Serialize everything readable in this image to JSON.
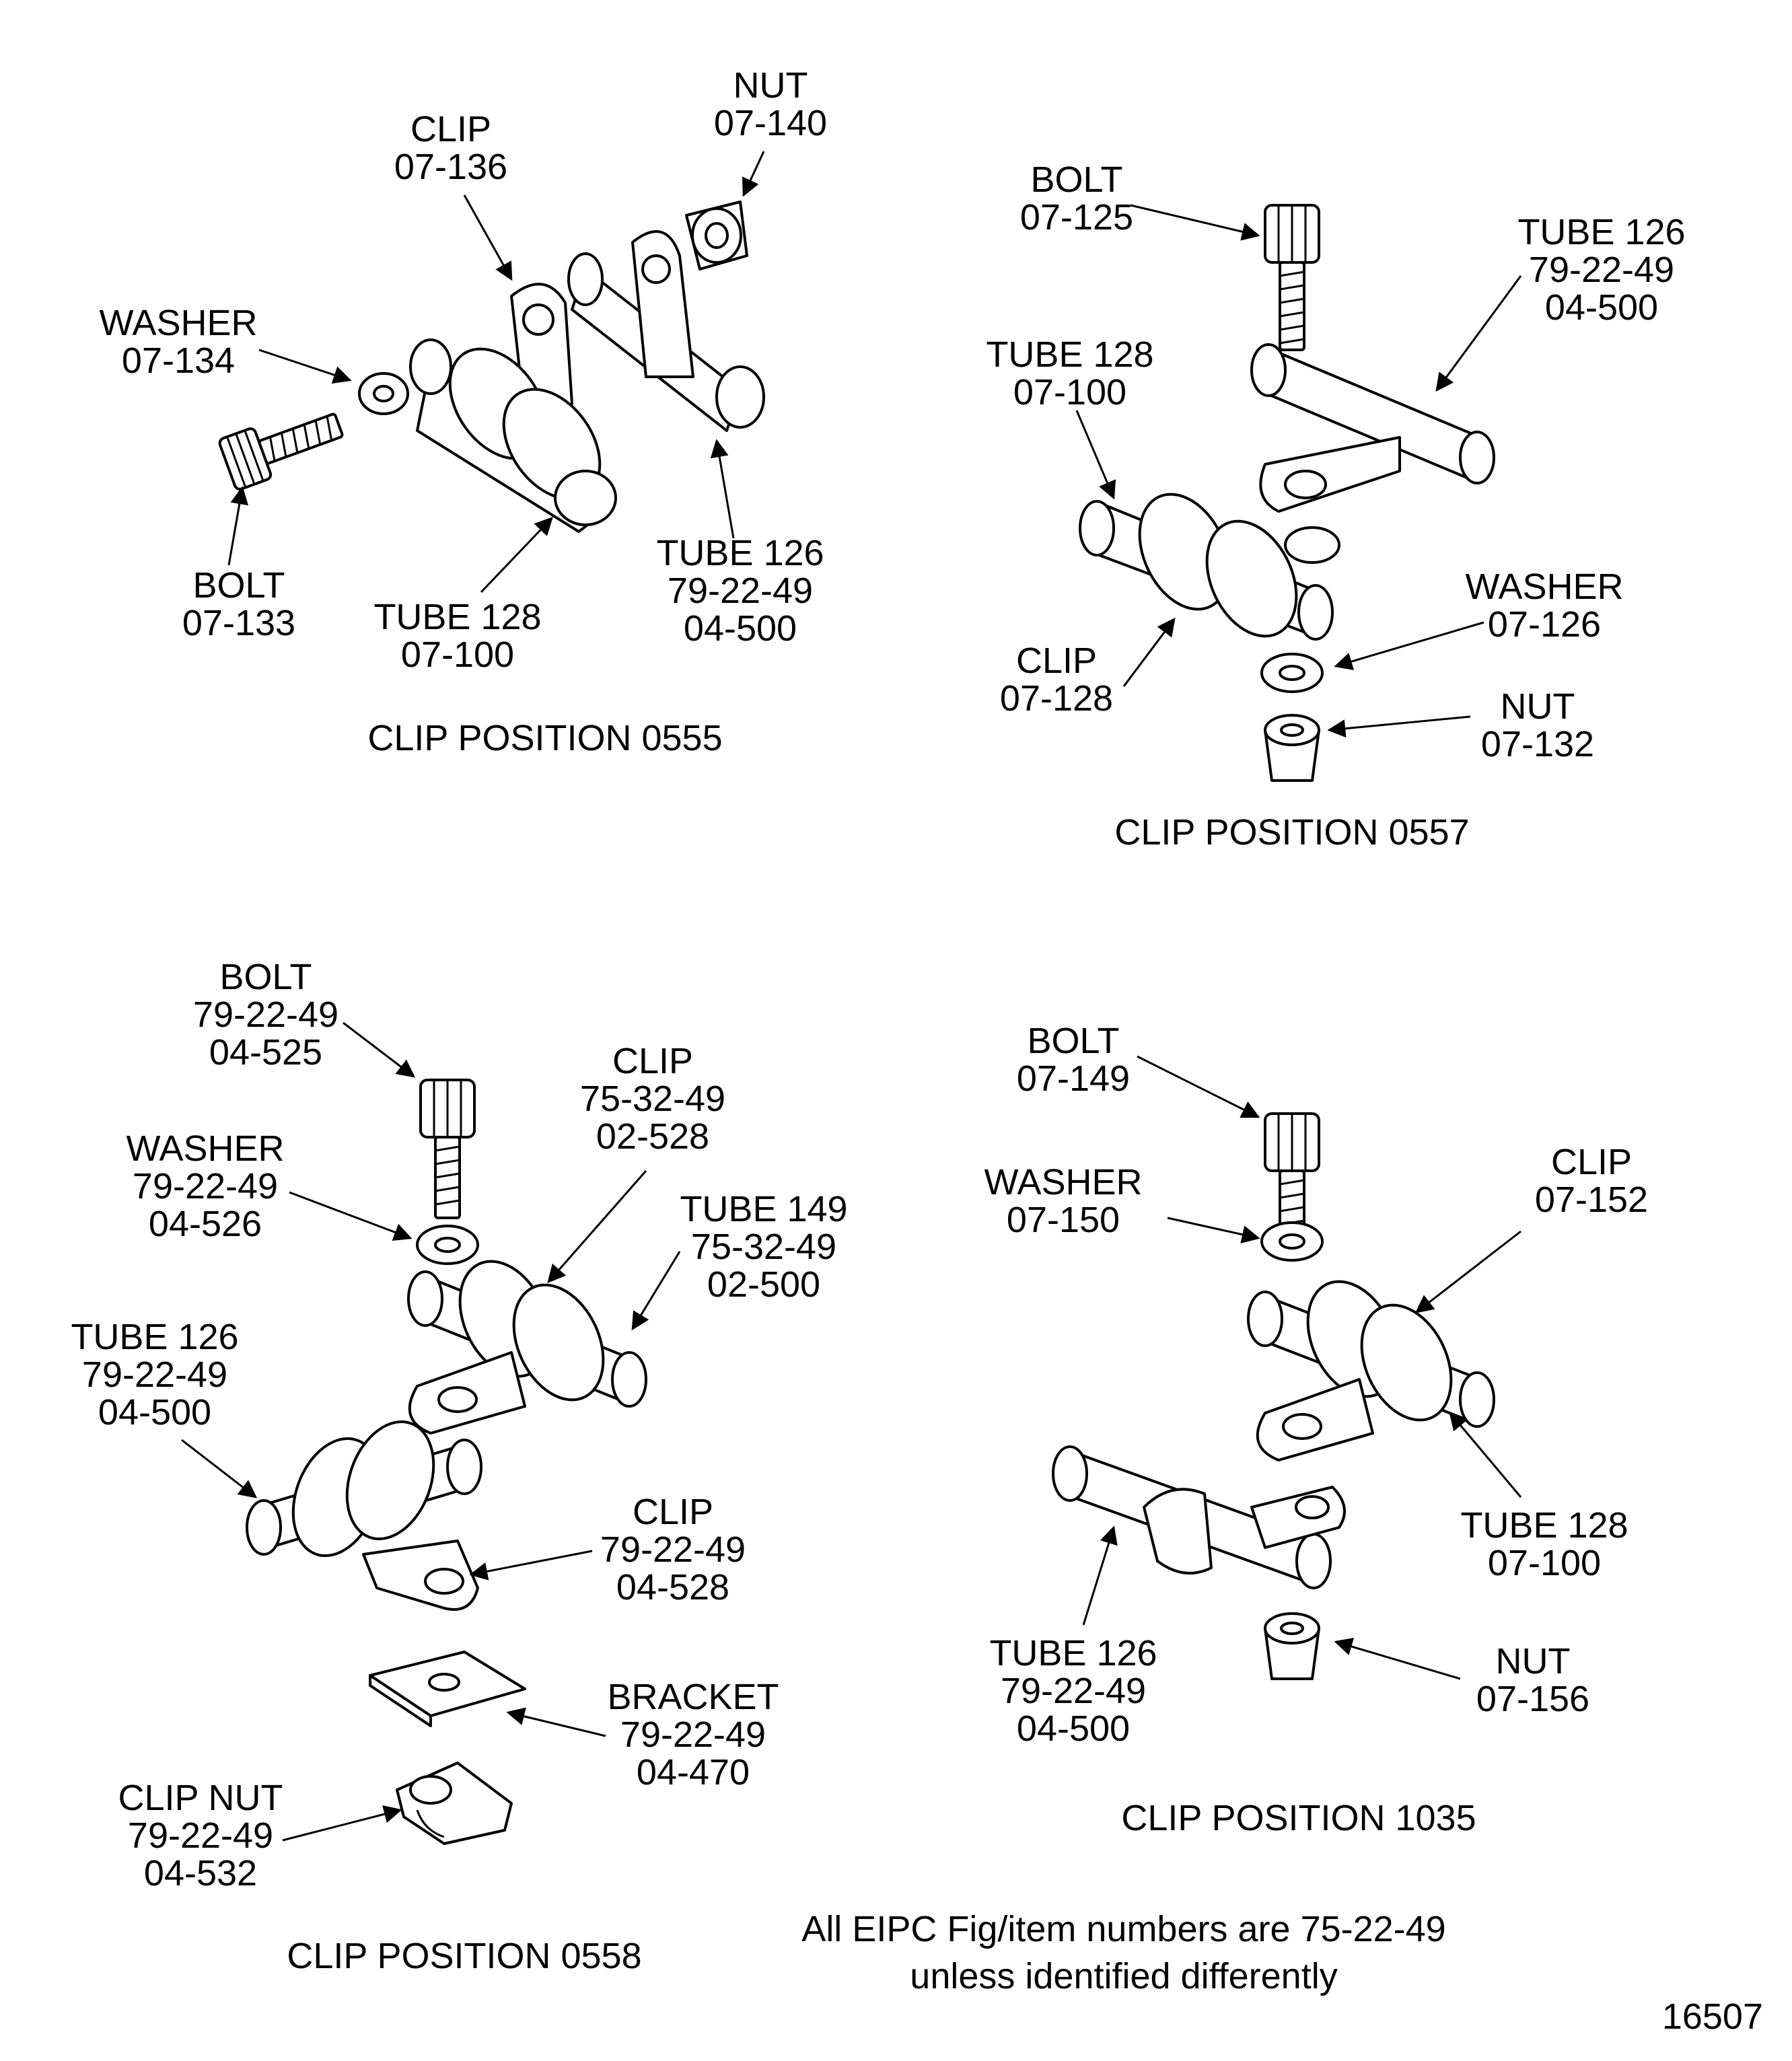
{
  "colors": {
    "ink": "#000000",
    "paper": "#ffffff"
  },
  "icons": [
    "bolt-icon",
    "washer-icon",
    "nut-icon",
    "clip-icon",
    "tube-icon",
    "bracket-icon",
    "clip-nut-icon"
  ],
  "callouts": [
    {
      "id": "p555_nut",
      "lines": [
        "NUT",
        "07-140"
      ]
    },
    {
      "id": "p555_clip",
      "lines": [
        "CLIP",
        "07-136"
      ]
    },
    {
      "id": "p555_washer",
      "lines": [
        "WASHER",
        "07-134"
      ]
    },
    {
      "id": "p555_bolt",
      "lines": [
        "BOLT",
        "07-133"
      ]
    },
    {
      "id": "p555_tube128",
      "lines": [
        "TUBE 128",
        "07-100"
      ]
    },
    {
      "id": "p555_tube126",
      "lines": [
        "TUBE 126",
        "79-22-49",
        "04-500"
      ]
    },
    {
      "id": "p557_bolt",
      "lines": [
        "BOLT",
        "07-125"
      ]
    },
    {
      "id": "p557_tube126",
      "lines": [
        "TUBE 126",
        "79-22-49",
        "04-500"
      ]
    },
    {
      "id": "p557_tube128",
      "lines": [
        "TUBE 128",
        "07-100"
      ]
    },
    {
      "id": "p557_washer",
      "lines": [
        "WASHER",
        "07-126"
      ]
    },
    {
      "id": "p557_clip",
      "lines": [
        "CLIP",
        "07-128"
      ]
    },
    {
      "id": "p557_nut",
      "lines": [
        "NUT",
        "07-132"
      ]
    },
    {
      "id": "p558_bolt",
      "lines": [
        "BOLT",
        "79-22-49",
        "04-525"
      ]
    },
    {
      "id": "p558_clip_a",
      "lines": [
        "CLIP",
        "75-32-49",
        "02-528"
      ]
    },
    {
      "id": "p558_washer",
      "lines": [
        "WASHER",
        "79-22-49",
        "04-526"
      ]
    },
    {
      "id": "p558_tube149",
      "lines": [
        "TUBE 149",
        "75-32-49",
        "02-500"
      ]
    },
    {
      "id": "p558_tube126",
      "lines": [
        "TUBE 126",
        "79-22-49",
        "04-500"
      ]
    },
    {
      "id": "p558_clip_b",
      "lines": [
        "CLIP",
        "79-22-49",
        "04-528"
      ]
    },
    {
      "id": "p558_bracket",
      "lines": [
        "BRACKET",
        "79-22-49",
        "04-470"
      ]
    },
    {
      "id": "p558_clipnut",
      "lines": [
        "CLIP NUT",
        "79-22-49",
        "04-532"
      ]
    },
    {
      "id": "p1035_bolt",
      "lines": [
        "BOLT",
        "07-149"
      ]
    },
    {
      "id": "p1035_washer",
      "lines": [
        "WASHER",
        "07-150"
      ]
    },
    {
      "id": "p1035_clip",
      "lines": [
        "CLIP",
        "07-152"
      ]
    },
    {
      "id": "p1035_tube128",
      "lines": [
        "TUBE 128",
        "07-100"
      ]
    },
    {
      "id": "p1035_tube126",
      "lines": [
        "TUBE 126",
        "79-22-49",
        "04-500"
      ]
    },
    {
      "id": "p1035_nut",
      "lines": [
        "NUT",
        "07-156"
      ]
    }
  ],
  "captions": {
    "p555": "CLIP POSITION 0555",
    "p557": "CLIP POSITION 0557",
    "p558": "CLIP POSITION 0558",
    "p1035": "CLIP POSITION 1035"
  },
  "note": {
    "line1": "All EIPC Fig/item numbers are 75-22-49",
    "line2": "unless identified differently"
  },
  "figure_number": "16507"
}
